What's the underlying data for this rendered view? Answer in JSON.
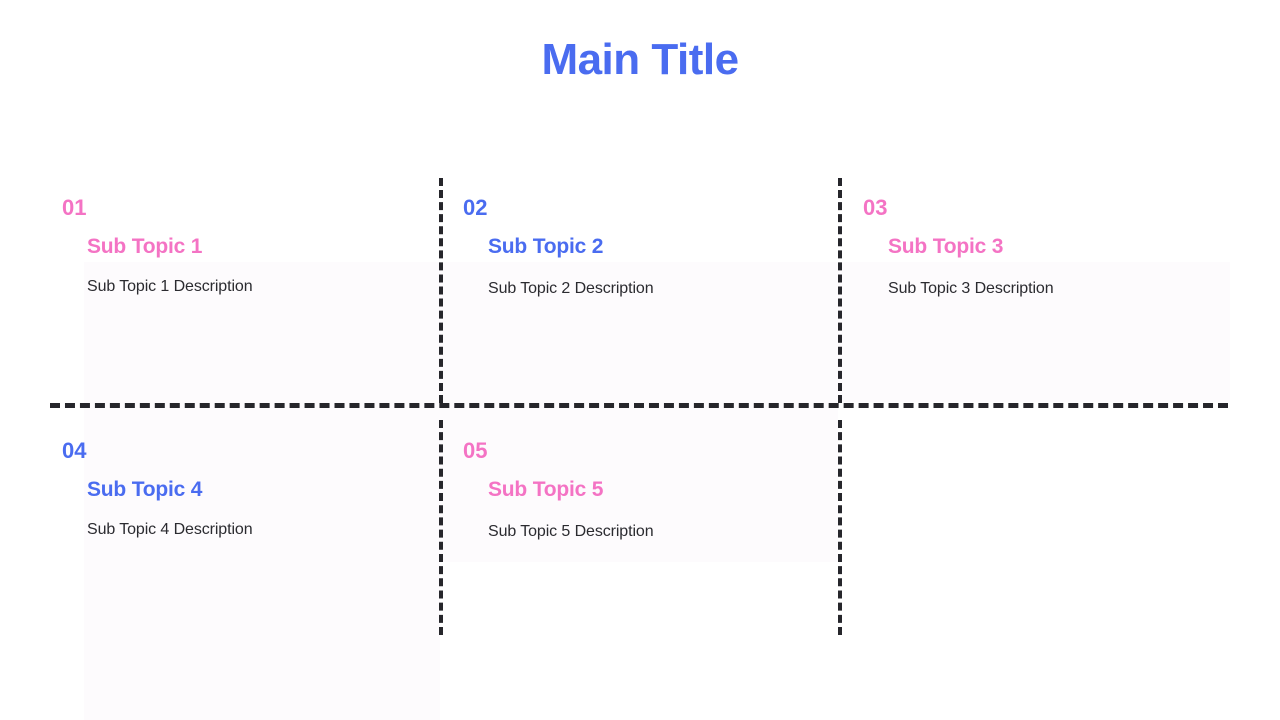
{
  "slide": {
    "background_color": "#ffffff",
    "title": "Main Title",
    "title_color": "#4a6cf0",
    "accent_pink": "#f473c4",
    "accent_blue": "#4a6cf0",
    "divider_color": "#26262b",
    "description_color": "#2b2b30"
  },
  "topics": [
    {
      "number": "01",
      "number_color": "#f473c4",
      "heading": "Sub Topic 1",
      "heading_color": "#f473c4",
      "description": "Sub Topic 1 Description"
    },
    {
      "number": "02",
      "number_color": "#4a6cf0",
      "heading": "Sub Topic 2",
      "heading_color": "#4a6cf0",
      "description": "Sub Topic 2 Description"
    },
    {
      "number": "03",
      "number_color": "#f473c4",
      "heading": "Sub Topic 3",
      "heading_color": "#f473c4",
      "description": "Sub Topic 3 Description"
    },
    {
      "number": "04",
      "number_color": "#4a6cf0",
      "heading": "Sub Topic 4",
      "heading_color": "#4a6cf0",
      "description": "Sub Topic 4 Description"
    },
    {
      "number": "05",
      "number_color": "#f473c4",
      "heading": "Sub Topic 5",
      "heading_color": "#f473c4",
      "description": "Sub Topic 5 Description"
    }
  ]
}
